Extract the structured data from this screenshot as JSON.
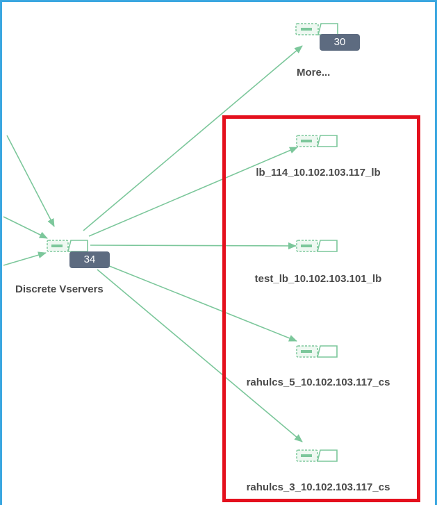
{
  "colors": {
    "edge": "#7cc79b",
    "badge": "#5d6b80",
    "highlight": "#e4101d",
    "frame": "#3ba7e0",
    "label": "#4a4a4a"
  },
  "nodes": {
    "more": {
      "badge": "30",
      "label": "More...",
      "icon": "vserver-icon"
    },
    "discrete": {
      "badge": "34",
      "label": "Discrete Vservers",
      "icon": "vserver-icon"
    },
    "lb_114": {
      "label": "lb_114_10.102.103.117_lb",
      "icon": "vserver-icon"
    },
    "test_lb": {
      "label": "test_lb_10.102.103.101_lb",
      "icon": "vserver-icon"
    },
    "rahulcs_5": {
      "label": "rahulcs_5_10.102.103.117_cs",
      "icon": "vserver-icon"
    },
    "rahulcs_3": {
      "label": "rahulcs_3_10.102.103.117_cs",
      "icon": "vserver-icon"
    }
  }
}
